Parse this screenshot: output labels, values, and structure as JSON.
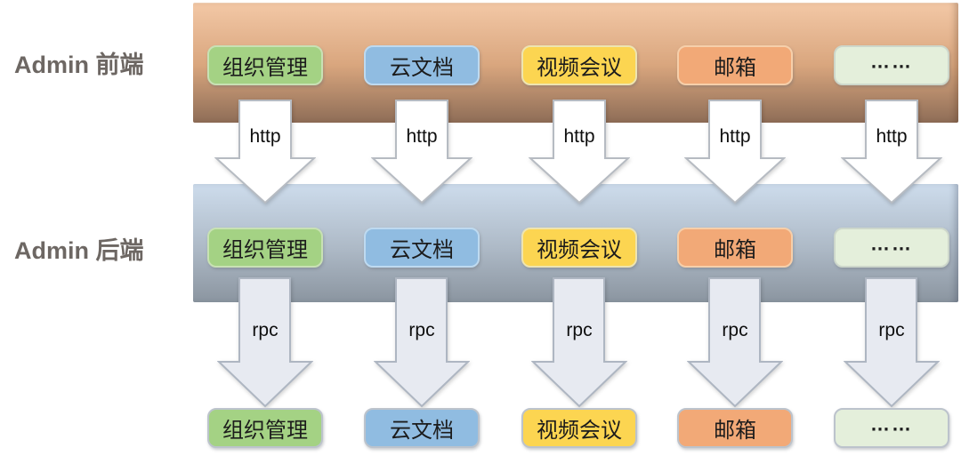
{
  "side_labels": {
    "frontend": "Admin 前端",
    "backend": "Admin 后端"
  },
  "bands": {
    "frontend": {
      "top": "#f3c8a6",
      "mid": "#d9a67e",
      "bottom": "#8e6d57"
    },
    "backend": {
      "top": "#cddcec",
      "mid": "#adb9c6",
      "bottom": "#8b95a0"
    }
  },
  "columns": [
    {
      "label": "组织管理",
      "fill": "#a4d284",
      "border": "#c8e1b4"
    },
    {
      "label": "云文档",
      "fill": "#90bce1",
      "border": "#bedaf0"
    },
    {
      "label": "视频会议",
      "fill": "#fcd551",
      "border": "#eee4b0"
    },
    {
      "label": "邮箱",
      "fill": "#f2a977",
      "border": "#f6cfaa"
    },
    {
      "label": "……",
      "fill": "#e4efdb",
      "border": "#cdd7cb"
    }
  ],
  "connections": {
    "http_label": "http",
    "rpc_label": "rpc"
  },
  "arrows": {
    "http": {
      "fill": "#ffffff",
      "stroke": "#b6bbc2"
    },
    "rpc": {
      "fill": "#e7eaf1",
      "stroke": "#aeb6c2"
    }
  },
  "bottom_row": {
    "pill_border": "#bcc3cc"
  }
}
